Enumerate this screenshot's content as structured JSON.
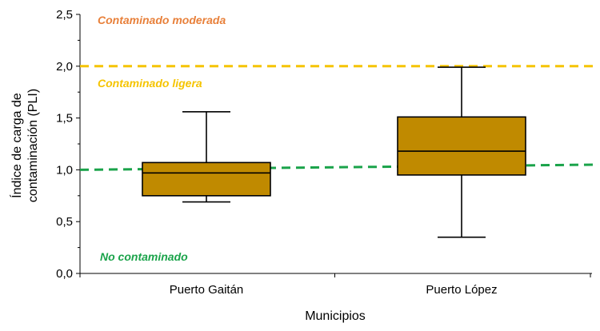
{
  "chart_data": {
    "type": "boxplot",
    "xlabel": "Municipios",
    "ylabel_lines": [
      "Índice de carga de",
      "contaminación (PLI)"
    ],
    "ylim": [
      0,
      2.5
    ],
    "yticks": [
      "0,0",
      "0,5",
      "1,0",
      "1,5",
      "2,0",
      "2,5"
    ],
    "categories": [
      "Puerto Gaitán",
      "Puerto López"
    ],
    "boxes": [
      {
        "category": "Puerto Gaitán",
        "min": 0.69,
        "q1": 0.75,
        "median": 0.97,
        "q3": 1.07,
        "max": 1.56
      },
      {
        "category": "Puerto López",
        "min": 0.35,
        "q1": 0.95,
        "median": 1.18,
        "q3": 1.51,
        "max": 1.99
      }
    ],
    "reference_lines": [
      {
        "label": "Contaminado ligera",
        "y": 2.0,
        "color": "#f5c400"
      },
      {
        "label": "No contaminado",
        "y_start": 1.0,
        "y_end": 1.05,
        "color": "#1aa34a"
      }
    ],
    "zone_labels": [
      {
        "text": "Contaminado moderada",
        "color": "#e8803a"
      },
      {
        "text": "Contaminado ligera",
        "color": "#f5c400"
      },
      {
        "text": "No contaminado",
        "color": "#1aa34a"
      }
    ],
    "box_fill": "#c08a00",
    "box_stroke": "#000000",
    "grid": false
  }
}
